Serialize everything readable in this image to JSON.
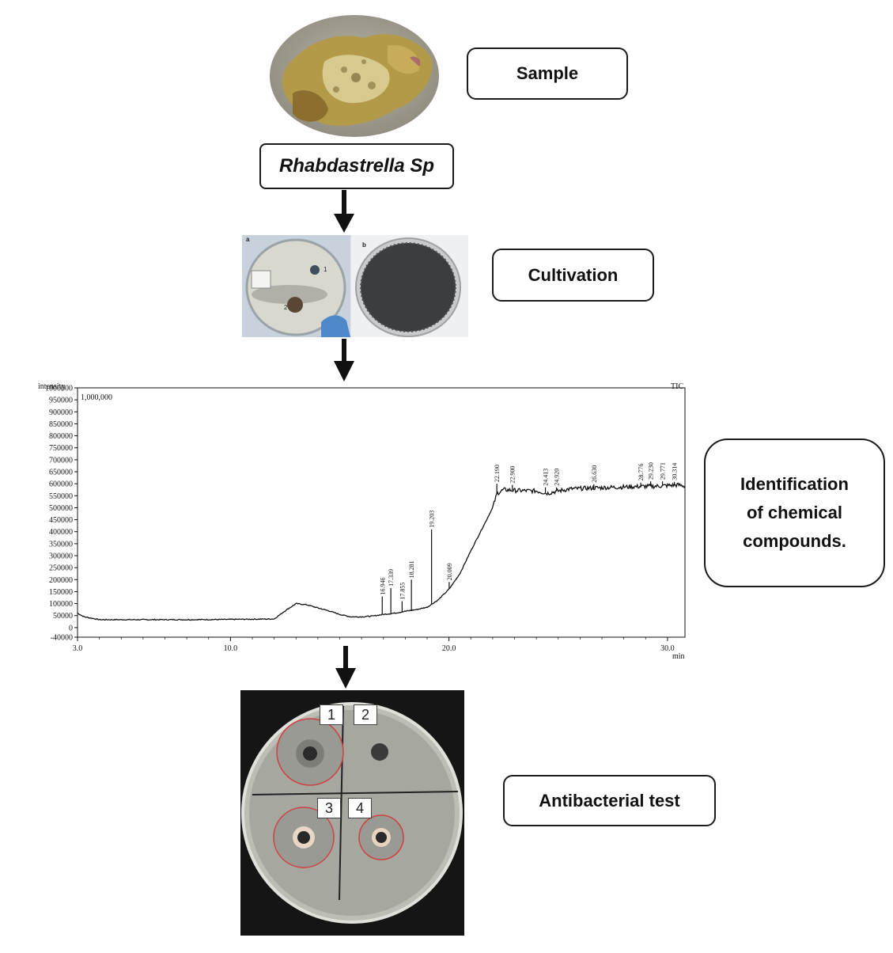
{
  "steps": {
    "sample": "Sample",
    "species": "Rhabdastrella Sp",
    "cultivation": "Cultivation",
    "identification_line1": "Identification",
    "identification_line2": "of chemical",
    "identification_line3": "compounds.",
    "antibacterial": "Antibacterial test"
  },
  "cultivation_photo": {
    "label_a": "a",
    "label_b": "b",
    "colony_1": "1",
    "colony_2": "2"
  },
  "plate_labels": [
    "1",
    "2",
    "3",
    "4"
  ],
  "chart_data": {
    "type": "line",
    "ylabel": "intensity",
    "xlabel": "min",
    "series_label": "TIC",
    "scale_label": "1,000,000",
    "xlim": [
      3.0,
      30.8
    ],
    "ylim": [
      -40000,
      1000000
    ],
    "x_ticks": [
      "3.0",
      "10.0",
      "20.0",
      "30.0"
    ],
    "x_tick_values": [
      3.0,
      10.0,
      20.0,
      30.0
    ],
    "y_ticks": [
      1000000,
      950000,
      900000,
      850000,
      800000,
      750000,
      700000,
      650000,
      600000,
      550000,
      500000,
      450000,
      400000,
      350000,
      300000,
      250000,
      200000,
      150000,
      100000,
      50000,
      0,
      -40000
    ],
    "baseline": [
      [
        3.0,
        60000
      ],
      [
        3.3,
        45000
      ],
      [
        4.0,
        33000
      ],
      [
        6.0,
        33000
      ],
      [
        8.0,
        33000
      ],
      [
        10.0,
        34000
      ],
      [
        12.0,
        36000
      ],
      [
        12.5,
        70000
      ],
      [
        13.0,
        100000
      ],
      [
        13.5,
        95000
      ],
      [
        14.0,
        82000
      ],
      [
        14.5,
        70000
      ],
      [
        15.0,
        55000
      ],
      [
        15.5,
        45000
      ],
      [
        16.0,
        45000
      ],
      [
        16.5,
        48000
      ],
      [
        17.0,
        55000
      ],
      [
        17.5,
        60000
      ],
      [
        18.0,
        68000
      ],
      [
        18.5,
        75000
      ],
      [
        19.0,
        85000
      ],
      [
        19.5,
        115000
      ],
      [
        20.0,
        160000
      ],
      [
        20.5,
        225000
      ],
      [
        21.0,
        320000
      ],
      [
        21.5,
        410000
      ],
      [
        22.0,
        500000
      ],
      [
        22.2,
        560000
      ],
      [
        22.5,
        575000
      ],
      [
        23.0,
        572000
      ],
      [
        24.0,
        570000
      ],
      [
        24.5,
        560000
      ],
      [
        25.0,
        570000
      ],
      [
        25.5,
        578000
      ],
      [
        26.5,
        582000
      ],
      [
        27.5,
        585000
      ],
      [
        28.5,
        588000
      ],
      [
        29.5,
        590000
      ],
      [
        30.5,
        595000
      ],
      [
        30.8,
        590000
      ]
    ],
    "peaks": [
      {
        "rt": 16.946,
        "label": "16.946",
        "height": 130000
      },
      {
        "rt": 17.339,
        "label": "17.339",
        "height": 165000
      },
      {
        "rt": 17.855,
        "label": "17.855",
        "height": 110000
      },
      {
        "rt": 18.281,
        "label": "18.281",
        "height": 200000
      },
      {
        "rt": 19.203,
        "label": "19.203",
        "height": 410000
      },
      {
        "rt": 20.009,
        "label": "20.009",
        "height": 190000
      },
      {
        "rt": 22.19,
        "label": "22.190",
        "height": 600000
      },
      {
        "rt": 22.9,
        "label": "22.900",
        "height": 595000
      },
      {
        "rt": 24.413,
        "label": "24.413",
        "height": 585000
      },
      {
        "rt": 24.92,
        "label": "24.920",
        "height": 585000
      },
      {
        "rt": 26.63,
        "label": "26.630",
        "height": 598000
      },
      {
        "rt": 28.776,
        "label": "28.776",
        "height": 605000
      },
      {
        "rt": 29.23,
        "label": "29.230",
        "height": 610000
      },
      {
        "rt": 29.77,
        "label": "29.771",
        "height": 610000
      },
      {
        "rt": 30.314,
        "label": "30.314",
        "height": 608000
      }
    ]
  }
}
